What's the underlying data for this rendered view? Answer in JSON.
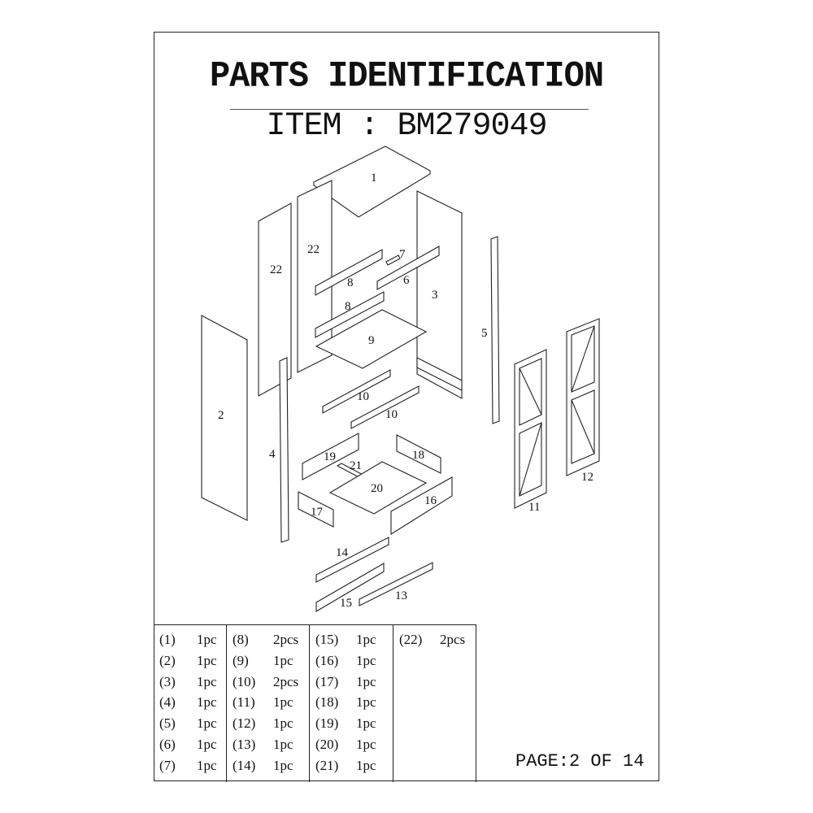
{
  "header": {
    "title": "PARTS IDENTIFICATION",
    "item": "ITEM : BM279049"
  },
  "diagram": {
    "labels": [
      "1",
      "22",
      "22",
      "3",
      "5",
      "2",
      "4",
      "8",
      "7",
      "6",
      "8",
      "9",
      "10",
      "10",
      "11",
      "12",
      "19",
      "18",
      "21",
      "20",
      "16",
      "17",
      "14",
      "15",
      "13"
    ]
  },
  "parts_table": {
    "columns": [
      [
        {
          "n": "(1)",
          "q": "1pc"
        },
        {
          "n": "(2)",
          "q": "1pc"
        },
        {
          "n": "(3)",
          "q": "1pc"
        },
        {
          "n": "(4)",
          "q": "1pc"
        },
        {
          "n": "(5)",
          "q": "1pc"
        },
        {
          "n": "(6)",
          "q": "1pc"
        },
        {
          "n": "(7)",
          "q": "1pc"
        }
      ],
      [
        {
          "n": "(8)",
          "q": "2pcs"
        },
        {
          "n": "(9)",
          "q": "1pc"
        },
        {
          "n": "(10)",
          "q": "2pcs"
        },
        {
          "n": "(11)",
          "q": "1pc"
        },
        {
          "n": "(12)",
          "q": "1pc"
        },
        {
          "n": "(13)",
          "q": "1pc"
        },
        {
          "n": "(14)",
          "q": "1pc"
        }
      ],
      [
        {
          "n": "(15)",
          "q": "1pc"
        },
        {
          "n": "(16)",
          "q": "1pc"
        },
        {
          "n": "(17)",
          "q": "1pc"
        },
        {
          "n": "(18)",
          "q": "1pc"
        },
        {
          "n": "(19)",
          "q": "1pc"
        },
        {
          "n": "(20)",
          "q": "1pc"
        },
        {
          "n": "(21)",
          "q": "1pc"
        }
      ],
      [
        {
          "n": "(22)",
          "q": "2pcs"
        }
      ]
    ]
  },
  "footer": {
    "page": "PAGE:2 OF 14"
  }
}
